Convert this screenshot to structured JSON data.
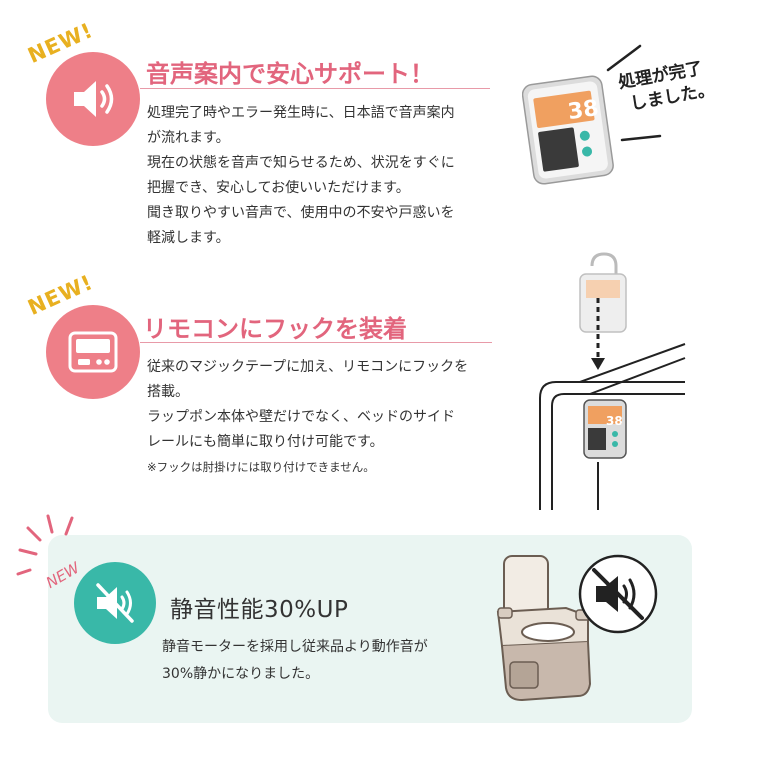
{
  "badge": {
    "new_label": "NEW!",
    "new_label_plain": "NEW"
  },
  "section1": {
    "title": "音声案内で安心サポート！",
    "lines": [
      "処理完了時やエラー発生時に、日本語で音声案内",
      "が流れます。",
      "現在の状態を音声で知らせるため、状況をすぐに",
      "把握でき、安心してお使いいただけます。",
      "聞き取りやすい音声で、使用中の不安や戸惑いを",
      "軽減します。"
    ],
    "speech_bubble": [
      "処理が完了",
      "しました。"
    ],
    "display_number": "38",
    "icon": "speaker-icon",
    "circle_color": "#ee7f88"
  },
  "section2": {
    "title": "リモコンにフックを装着",
    "lines": [
      "従来のマジックテープに加え、リモコンにフックを",
      "搭載。",
      "ラップポン本体や壁だけでなく、ベッドのサイド",
      "レールにも簡単に取り付け可能です。"
    ],
    "note": "※フックは肘掛けには取り付けできません。",
    "display_number": "38",
    "icon": "remote-control-icon",
    "circle_color": "#ee7f88"
  },
  "section3": {
    "title": "静音性能30%UP",
    "lines": [
      "静音モーターを採用し従来品より動作音が",
      "30%静かになりました。"
    ],
    "icon": "mute-speaker-icon",
    "circle_color": "#39b8a8",
    "panel_color": "#eaf5f2"
  },
  "colors": {
    "accent": "#e2657d",
    "badge": "#e8b020",
    "new3": "#e2657d"
  }
}
